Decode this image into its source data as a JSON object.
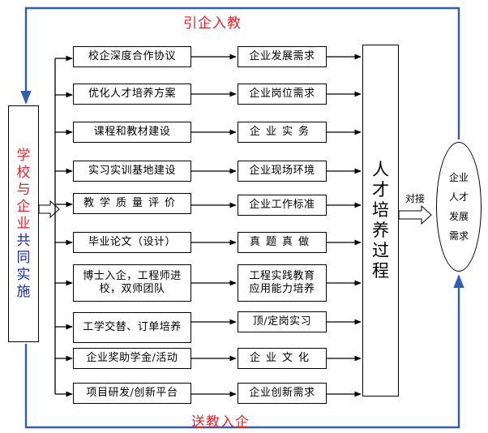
{
  "top_label": "引企入教",
  "bottom_label": "送教入企",
  "left_box": {
    "lines": [
      "学",
      "校",
      "与",
      "企",
      "业",
      "共",
      "同",
      "实",
      "施"
    ]
  },
  "rows": [
    {
      "left": "校企深度合作协议",
      "right": "企业发展需求"
    },
    {
      "left": "优化人才培养方案",
      "right": "企业岗位需求"
    },
    {
      "left": "课程和教材建设",
      "right": "企业实务"
    },
    {
      "left": "实习实训基地建设",
      "right": "企业现场环境"
    },
    {
      "left": "教学质量评价",
      "right": "企业工作标准"
    },
    {
      "left": "毕业论文（设计）",
      "right": "真题真做"
    },
    {
      "left": "博士入企，工程师进校，双师团队",
      "right": "工程实践教育应用能力培养"
    },
    {
      "left": "工学交替、订单培养",
      "right": "顶/定岗实习"
    },
    {
      "left": "企业奖助学金/活动",
      "right": "企业文化"
    },
    {
      "left": "项目研发/创新平台",
      "right": "企业创新需求"
    }
  ],
  "process_box": {
    "lines": [
      "人",
      "才",
      "培",
      "养",
      "过",
      "程"
    ]
  },
  "connector_label": "对接",
  "target": {
    "lines": [
      "企业",
      "人才",
      "发展",
      "需求"
    ]
  }
}
